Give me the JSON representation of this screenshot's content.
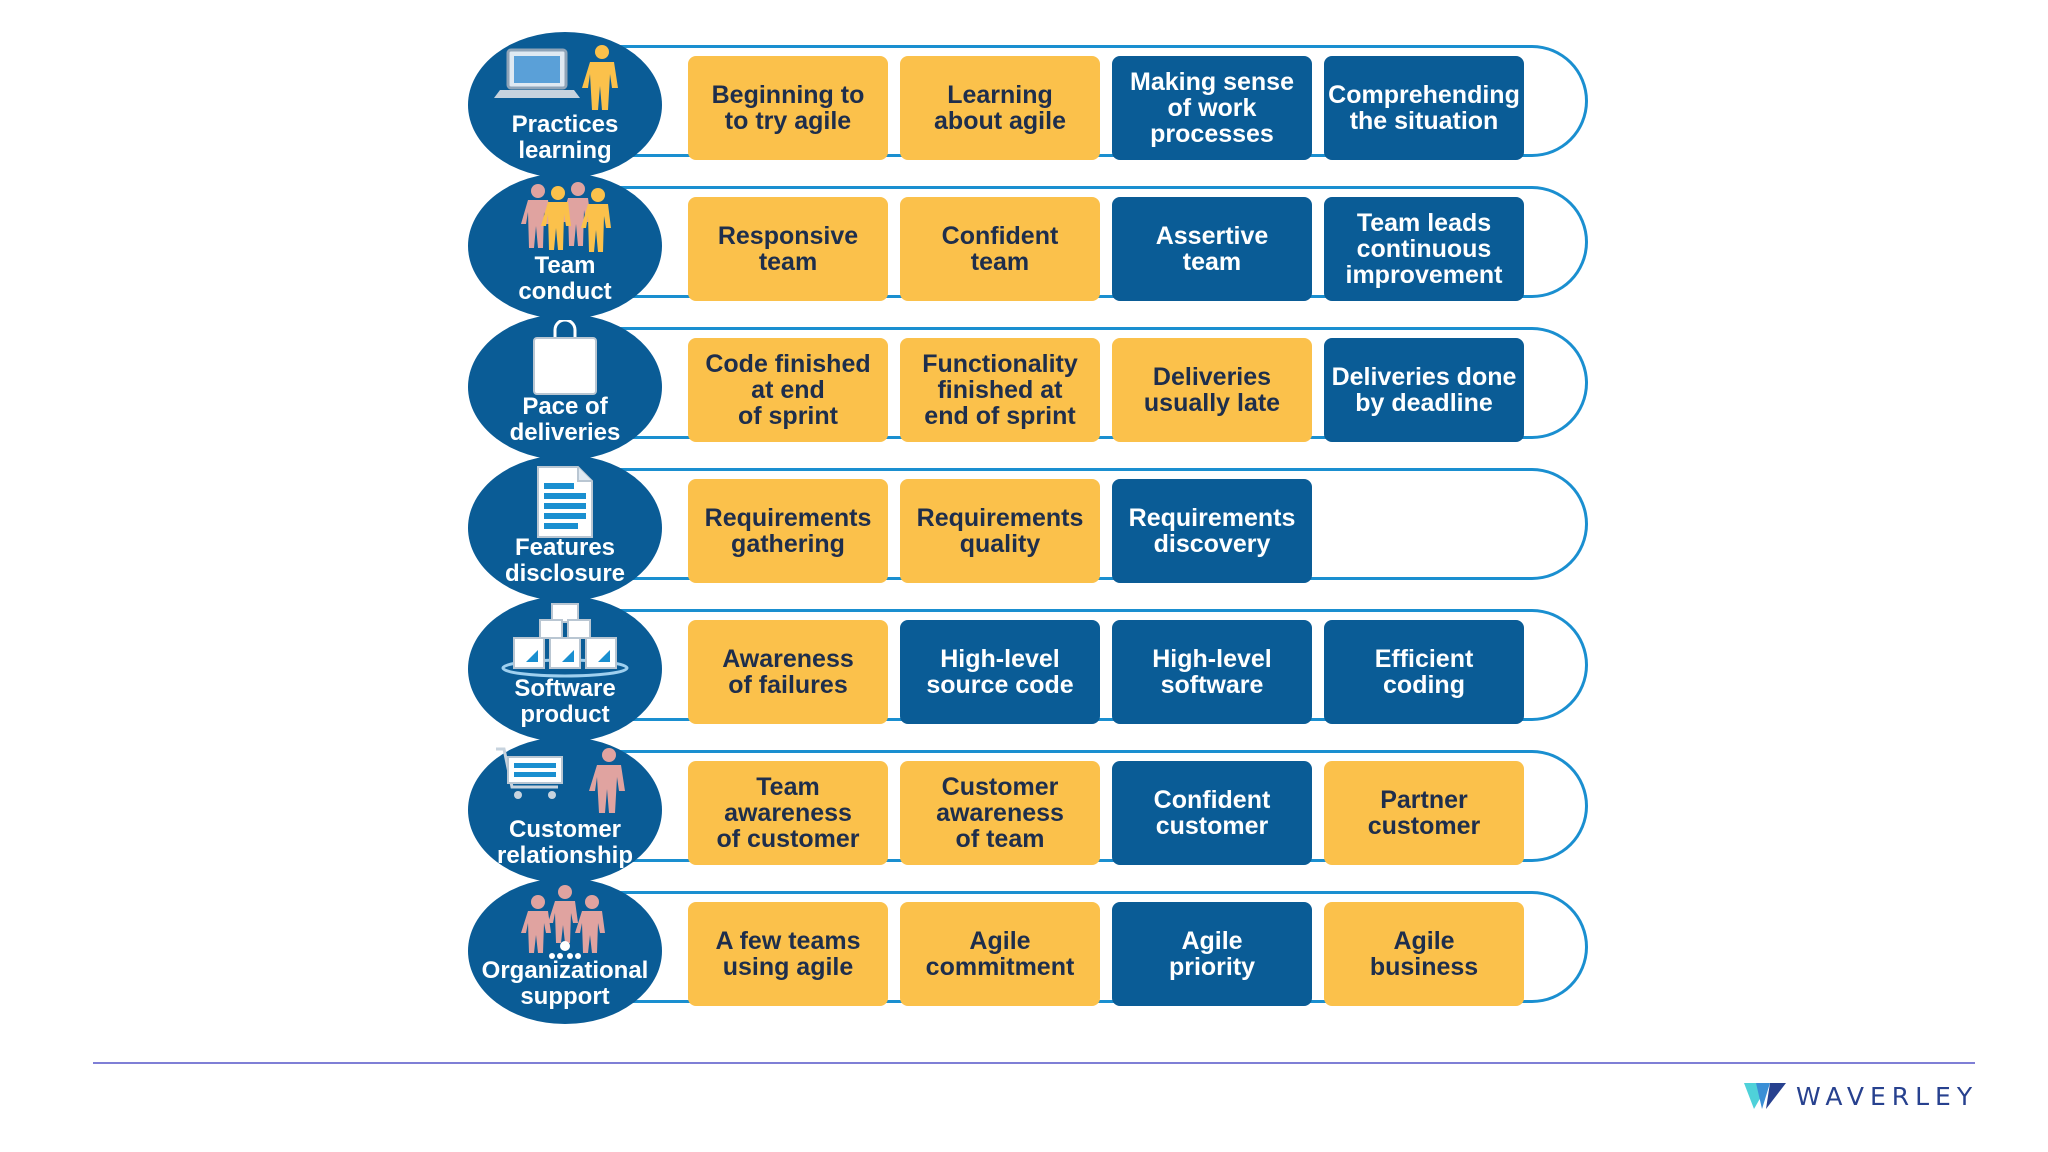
{
  "rows": [
    {
      "label": "Practices\nlearning",
      "icon": "laptop-person-icon",
      "boxes": [
        {
          "text": "Beginning to\nto try agile",
          "style": "amber"
        },
        {
          "text": "Learning\nabout agile",
          "style": "amber"
        },
        {
          "text": "Making sense\nof work\nprocesses",
          "style": "blue"
        },
        {
          "text": "Comprehending\nthe situation",
          "style": "blue"
        }
      ]
    },
    {
      "label": "Team\nconduct",
      "icon": "team-people-icon",
      "boxes": [
        {
          "text": "Responsive\nteam",
          "style": "amber"
        },
        {
          "text": "Confident\nteam",
          "style": "amber"
        },
        {
          "text": "Assertive\nteam",
          "style": "blue"
        },
        {
          "text": "Team leads\ncontinuous\nimprovement",
          "style": "blue"
        }
      ]
    },
    {
      "label": "Pace of\ndeliveries",
      "icon": "shopping-bag-icon",
      "boxes": [
        {
          "text": "Code finished\nat end\nof sprint",
          "style": "amber"
        },
        {
          "text": "Functionality\nfinished at\nend of sprint",
          "style": "amber"
        },
        {
          "text": "Deliveries\nusually late",
          "style": "amber"
        },
        {
          "text": "Deliveries done\nby deadline",
          "style": "blue"
        }
      ]
    },
    {
      "label": "Features\ndisclosure",
      "icon": "document-icon",
      "boxes": [
        {
          "text": "Requirements\ngathering",
          "style": "amber"
        },
        {
          "text": "Requirements\nquality",
          "style": "amber"
        },
        {
          "text": "Requirements\ndiscovery",
          "style": "blue"
        }
      ]
    },
    {
      "label": "Software\nproduct",
      "icon": "software-blocks-icon",
      "boxes": [
        {
          "text": "Awareness\nof failures",
          "style": "amber"
        },
        {
          "text": "High-level\nsource code",
          "style": "blue"
        },
        {
          "text": "High-level\nsoftware",
          "style": "blue"
        },
        {
          "text": "Efficient\ncoding",
          "style": "blue"
        }
      ]
    },
    {
      "label": "Customer\nrelationship",
      "icon": "cart-person-icon",
      "boxes": [
        {
          "text": "Team\nawareness\nof customer",
          "style": "amber"
        },
        {
          "text": "Customer\nawareness\nof team",
          "style": "amber"
        },
        {
          "text": "Confident\ncustomer",
          "style": "blue"
        },
        {
          "text": "Partner\ncustomer",
          "style": "amber"
        }
      ]
    },
    {
      "label": "Organizational\nsupport",
      "icon": "organization-people-icon",
      "boxes": [
        {
          "text": "A few teams\nusing agile",
          "style": "amber"
        },
        {
          "text": "Agile\ncommitment",
          "style": "amber"
        },
        {
          "text": "Agile\npriority",
          "style": "blue"
        },
        {
          "text": "Agile\nbusiness",
          "style": "amber"
        }
      ]
    }
  ],
  "footer": {
    "brand": "WAVERLEY",
    "logo_icon": "waverley-logo-icon"
  },
  "colors": {
    "amber": "#fbc14b",
    "blue": "#0a5c96",
    "track": "#1a8fd0",
    "rule": "#7f7fd6"
  }
}
